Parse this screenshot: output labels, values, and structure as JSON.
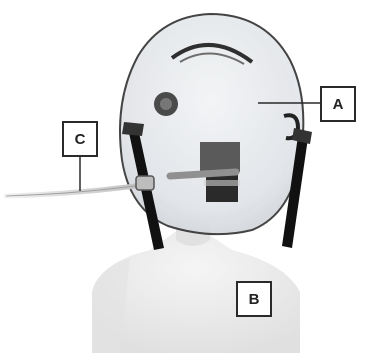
{
  "labels": {
    "a": "A",
    "b": "B",
    "c": "C"
  },
  "colors": {
    "mask_shell": "#e9ecef",
    "mask_outline": "#333333",
    "strap": "#111111",
    "tube": "#8a8a8a",
    "skin": "#ececec"
  }
}
